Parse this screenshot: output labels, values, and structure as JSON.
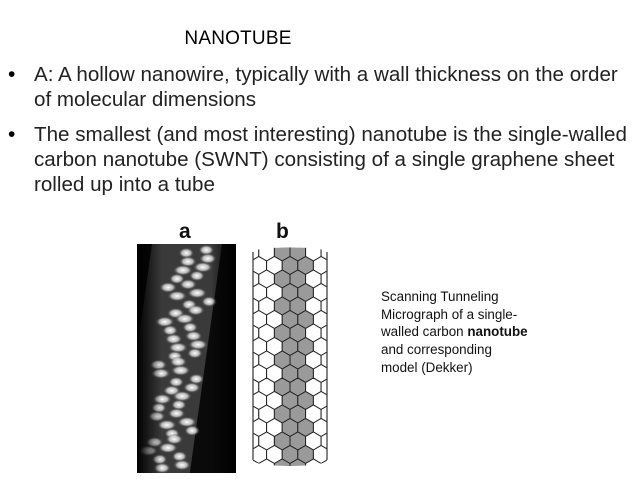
{
  "slide": {
    "title": "NANOTUBE",
    "bullets": [
      "A: A hollow nanowire, typically with a wall thickness on the order of molecular dimensions",
      "The smallest (and most interesting) nanotube is the single-walled carbon nanotube (SWNT) consisting of a single graphene sheet rolled up into a tube"
    ]
  },
  "figure": {
    "label_a": "a",
    "label_b": "b",
    "caption_before": "Scanning Tunneling Micrograph of a single-walled carbon ",
    "caption_bold": "nanotube",
    "caption_after": " and corresponding model (Dekker)"
  }
}
